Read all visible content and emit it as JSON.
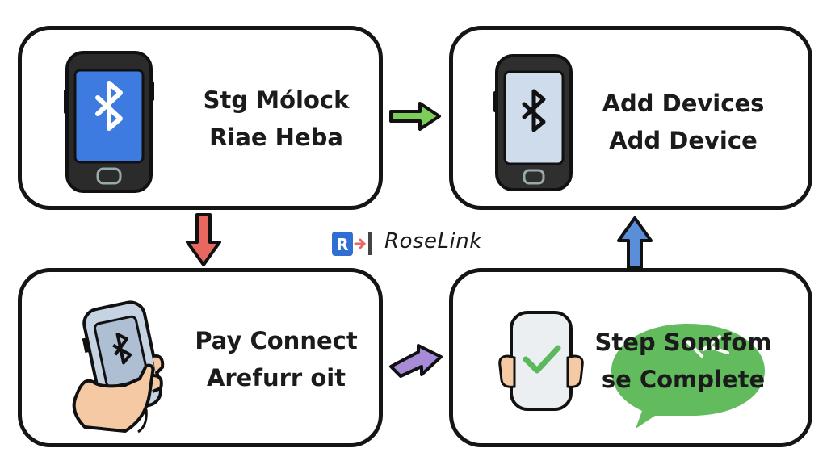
{
  "steps": [
    {
      "lines": [
        "Stg Mólock",
        "Riae Heba"
      ],
      "icon": "phone-bluetooth-icon"
    },
    {
      "lines": [
        "Add Devices",
        "Add Device"
      ],
      "icon": "phone-bluetooth-icon"
    },
    {
      "lines": [
        "Pay Connect",
        "Arefurr oit"
      ],
      "icon": "hand-holding-phone-icon"
    },
    {
      "lines": [
        "Step Somfom",
        "se Complete"
      ],
      "icon": "phone-checkmark-icon"
    }
  ],
  "connectors": [
    {
      "from": 1,
      "to": 2,
      "direction": "right",
      "color": "#7ccd5a",
      "icon": "arrow-right-icon"
    },
    {
      "from": 1,
      "to": 3,
      "direction": "down",
      "color": "#e8675f",
      "icon": "arrow-down-icon"
    },
    {
      "from": 3,
      "to": 4,
      "direction": "right",
      "color": "#a78bd6",
      "icon": "arrow-right-icon"
    },
    {
      "from": 4,
      "to": 2,
      "direction": "up",
      "color": "#5b8ed8",
      "icon": "arrow-up-icon"
    }
  ],
  "brand": {
    "logo_letter": "R",
    "name": "RoseLink",
    "accent": "#2f6fd1"
  },
  "colors": {
    "phone_screen_blue": "#3d7be0",
    "phone_screen_light": "#cfdcec",
    "check_green": "#5bb85d",
    "speech_bubble_green": "#55b54f"
  }
}
